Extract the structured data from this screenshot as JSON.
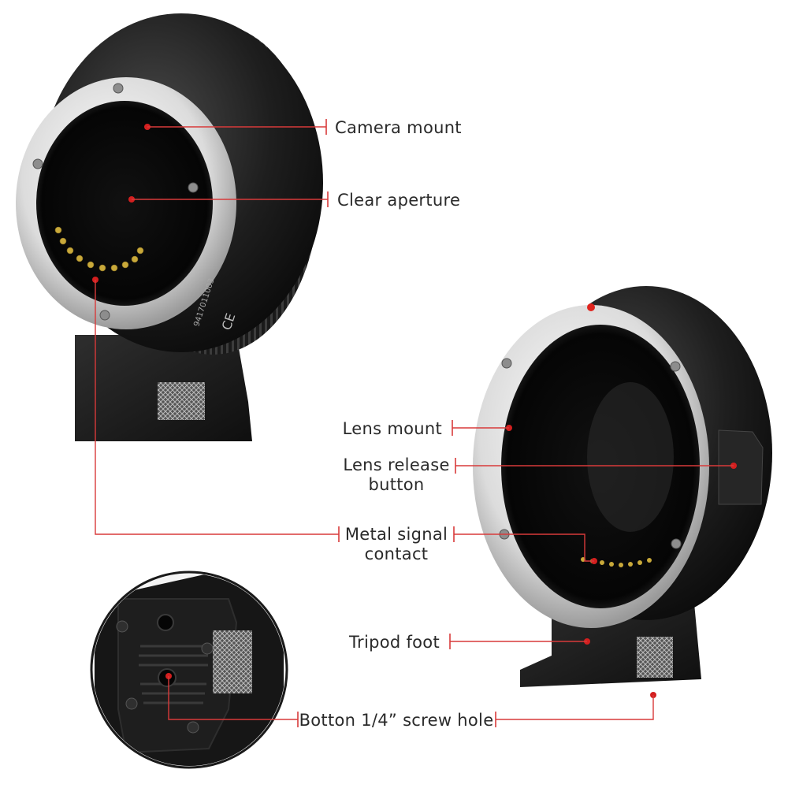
{
  "labels": {
    "camera_mount": "Camera mount",
    "clear_aperture": "Clear aperture",
    "lens_mount": "Lens mount",
    "lens_release_line1": "Lens release",
    "lens_release_line2": "button",
    "metal_signal_line1": "Metal signal",
    "metal_signal_line2": "contact",
    "tripod_foot": "Tripod foot",
    "screw_hole": "Botton 1/4” screw hole"
  },
  "markings": {
    "serial": "9417011003",
    "ce_mark": "CE"
  },
  "colors": {
    "leader_red": "#d83a3a",
    "body_black": "#1c1c1c",
    "metal_silver": "#d9d9d9",
    "contact_gold": "#c9a93a",
    "index_dot_red": "#e0241e"
  },
  "icons": [
    "adapter-front-photo",
    "adapter-rear-photo",
    "tripod-foot-closeup-photo"
  ]
}
